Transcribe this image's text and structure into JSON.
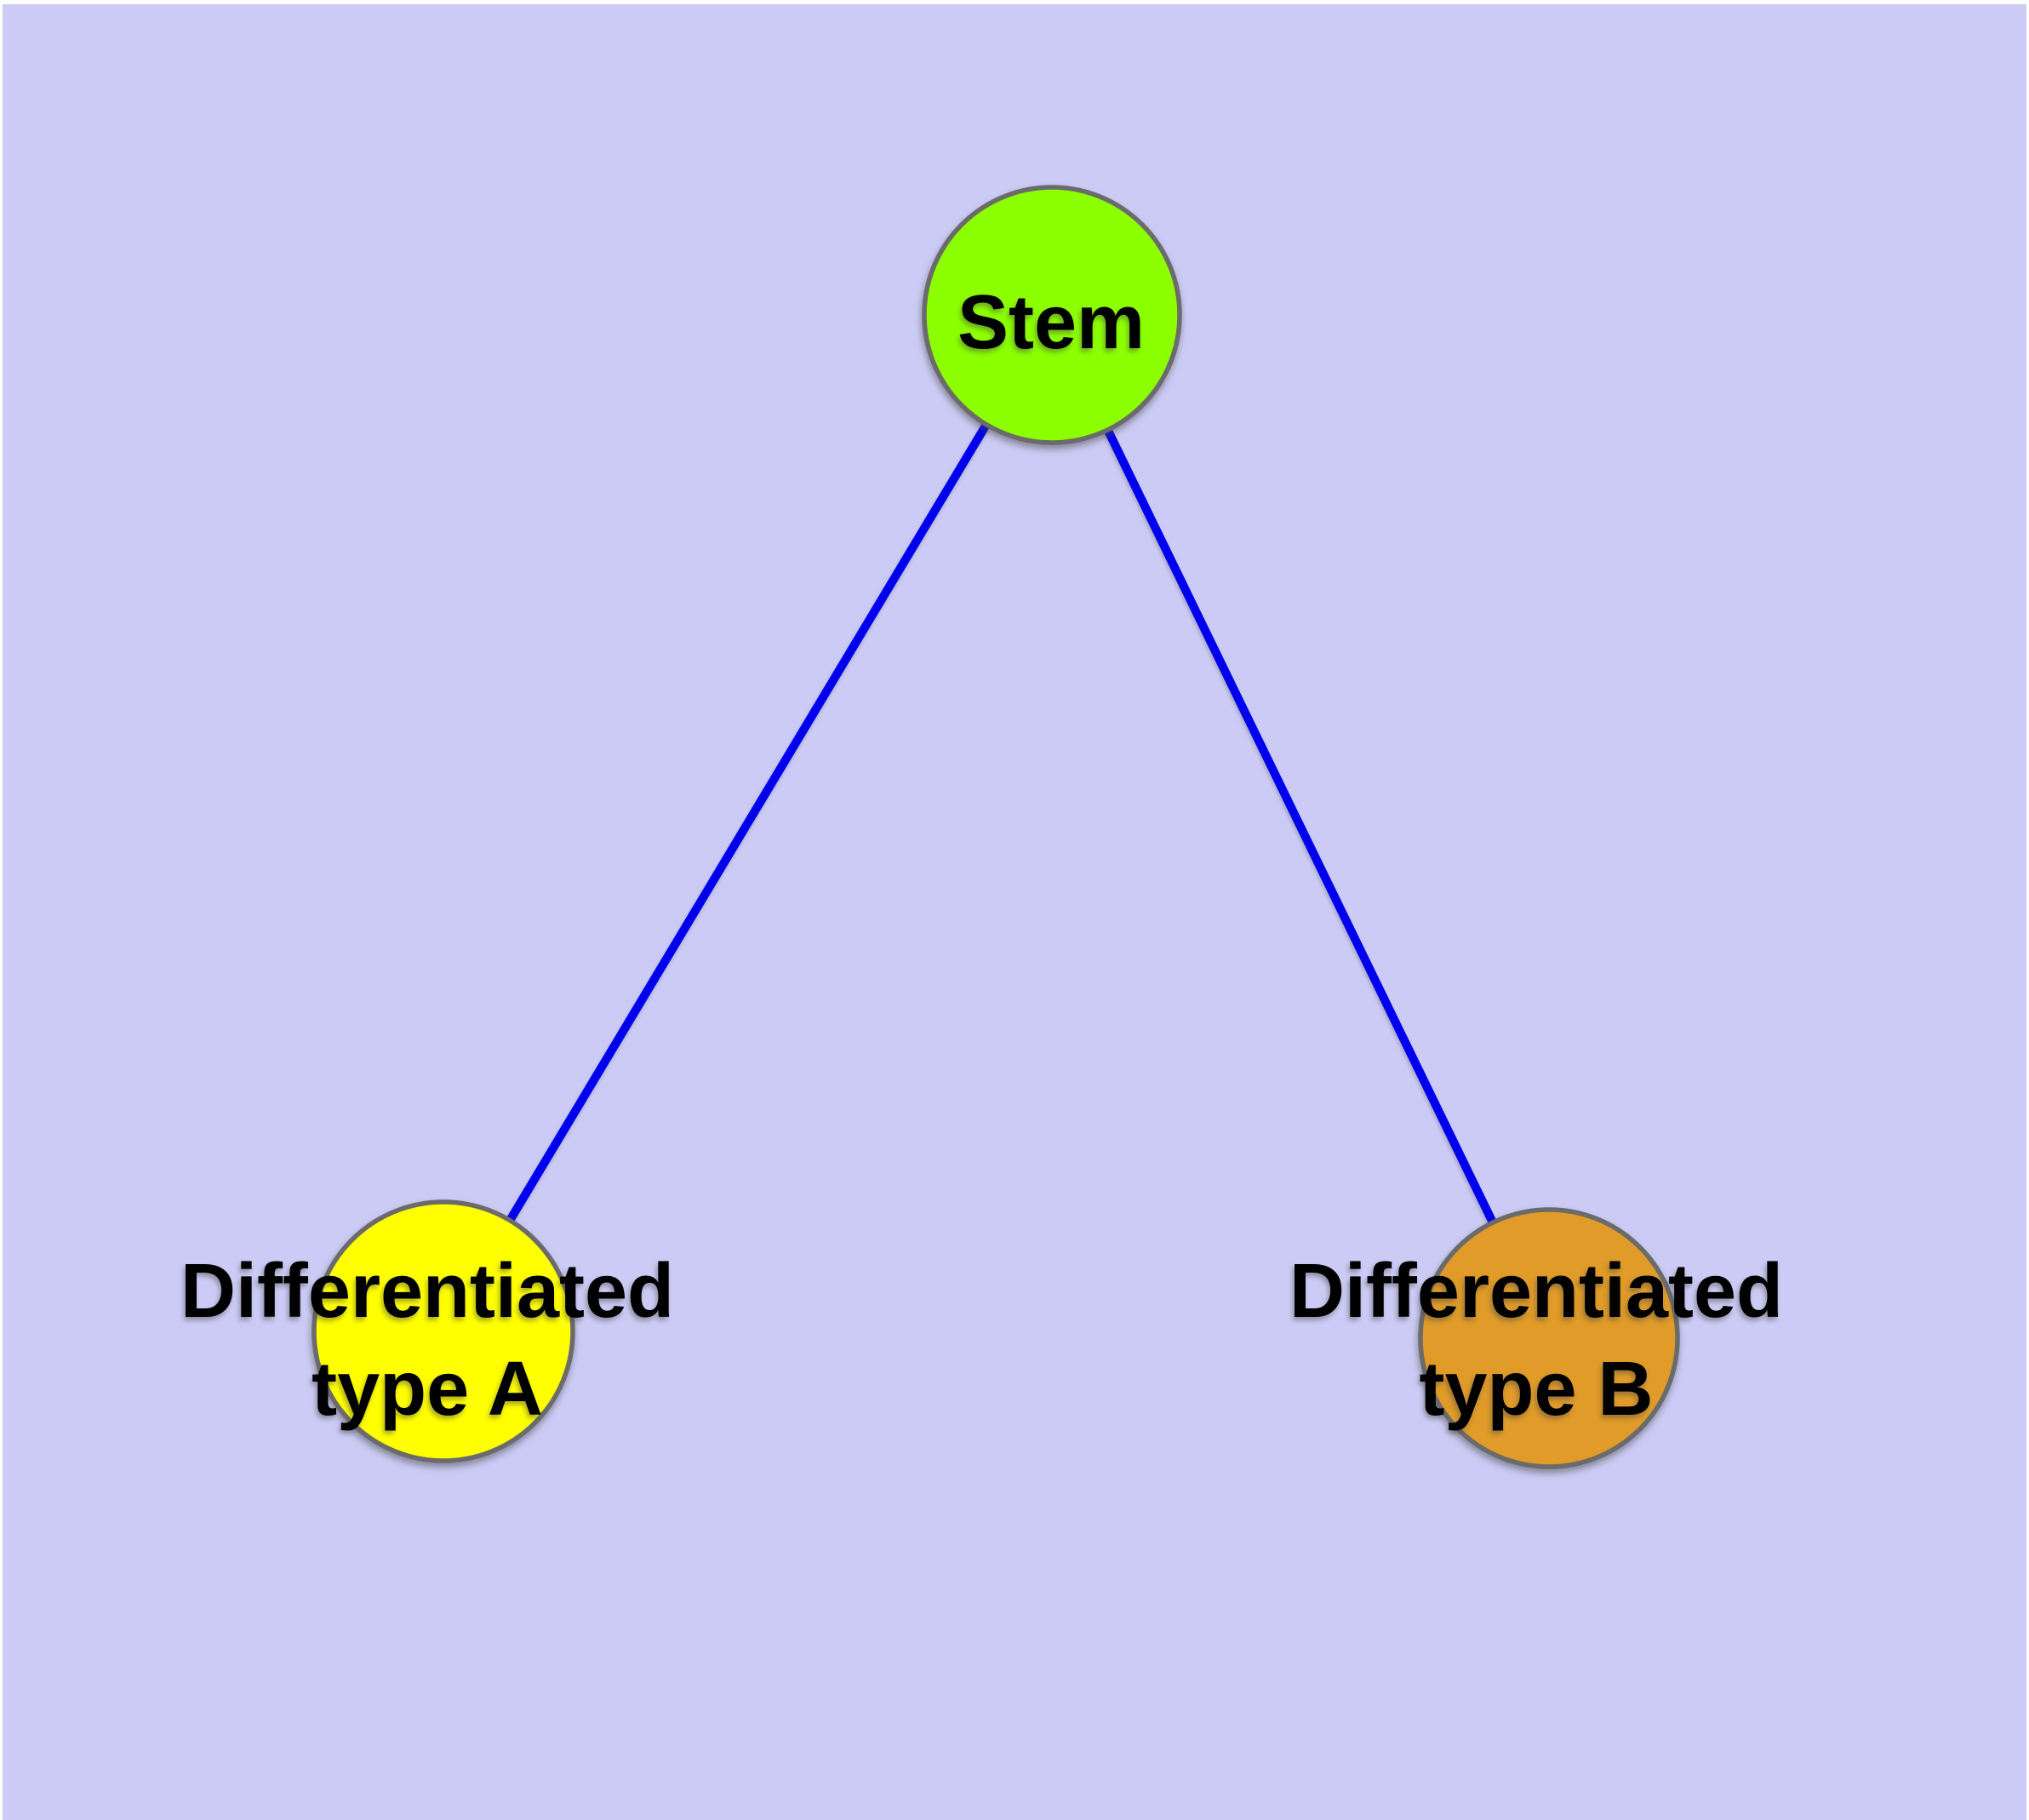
{
  "canvas": {
    "outer_background": "#ffffff",
    "plot_background": "#cbcbf5"
  },
  "graph": {
    "edge_color": "#0000ee",
    "node_border_color": "#6b6b6b",
    "label_color": "#000000",
    "nodes": {
      "stem": {
        "label": "Stem",
        "fill": "#8cff00"
      },
      "type_a": {
        "label_line1": "Differentiated",
        "label_line2": "type A",
        "fill": "#ffff00"
      },
      "type_b": {
        "label_line1": "Differentiated",
        "label_line2": "type B",
        "fill": "#e09b28"
      }
    },
    "edges": [
      {
        "from": "stem",
        "to": "type_a"
      },
      {
        "from": "stem",
        "to": "type_b"
      }
    ]
  }
}
